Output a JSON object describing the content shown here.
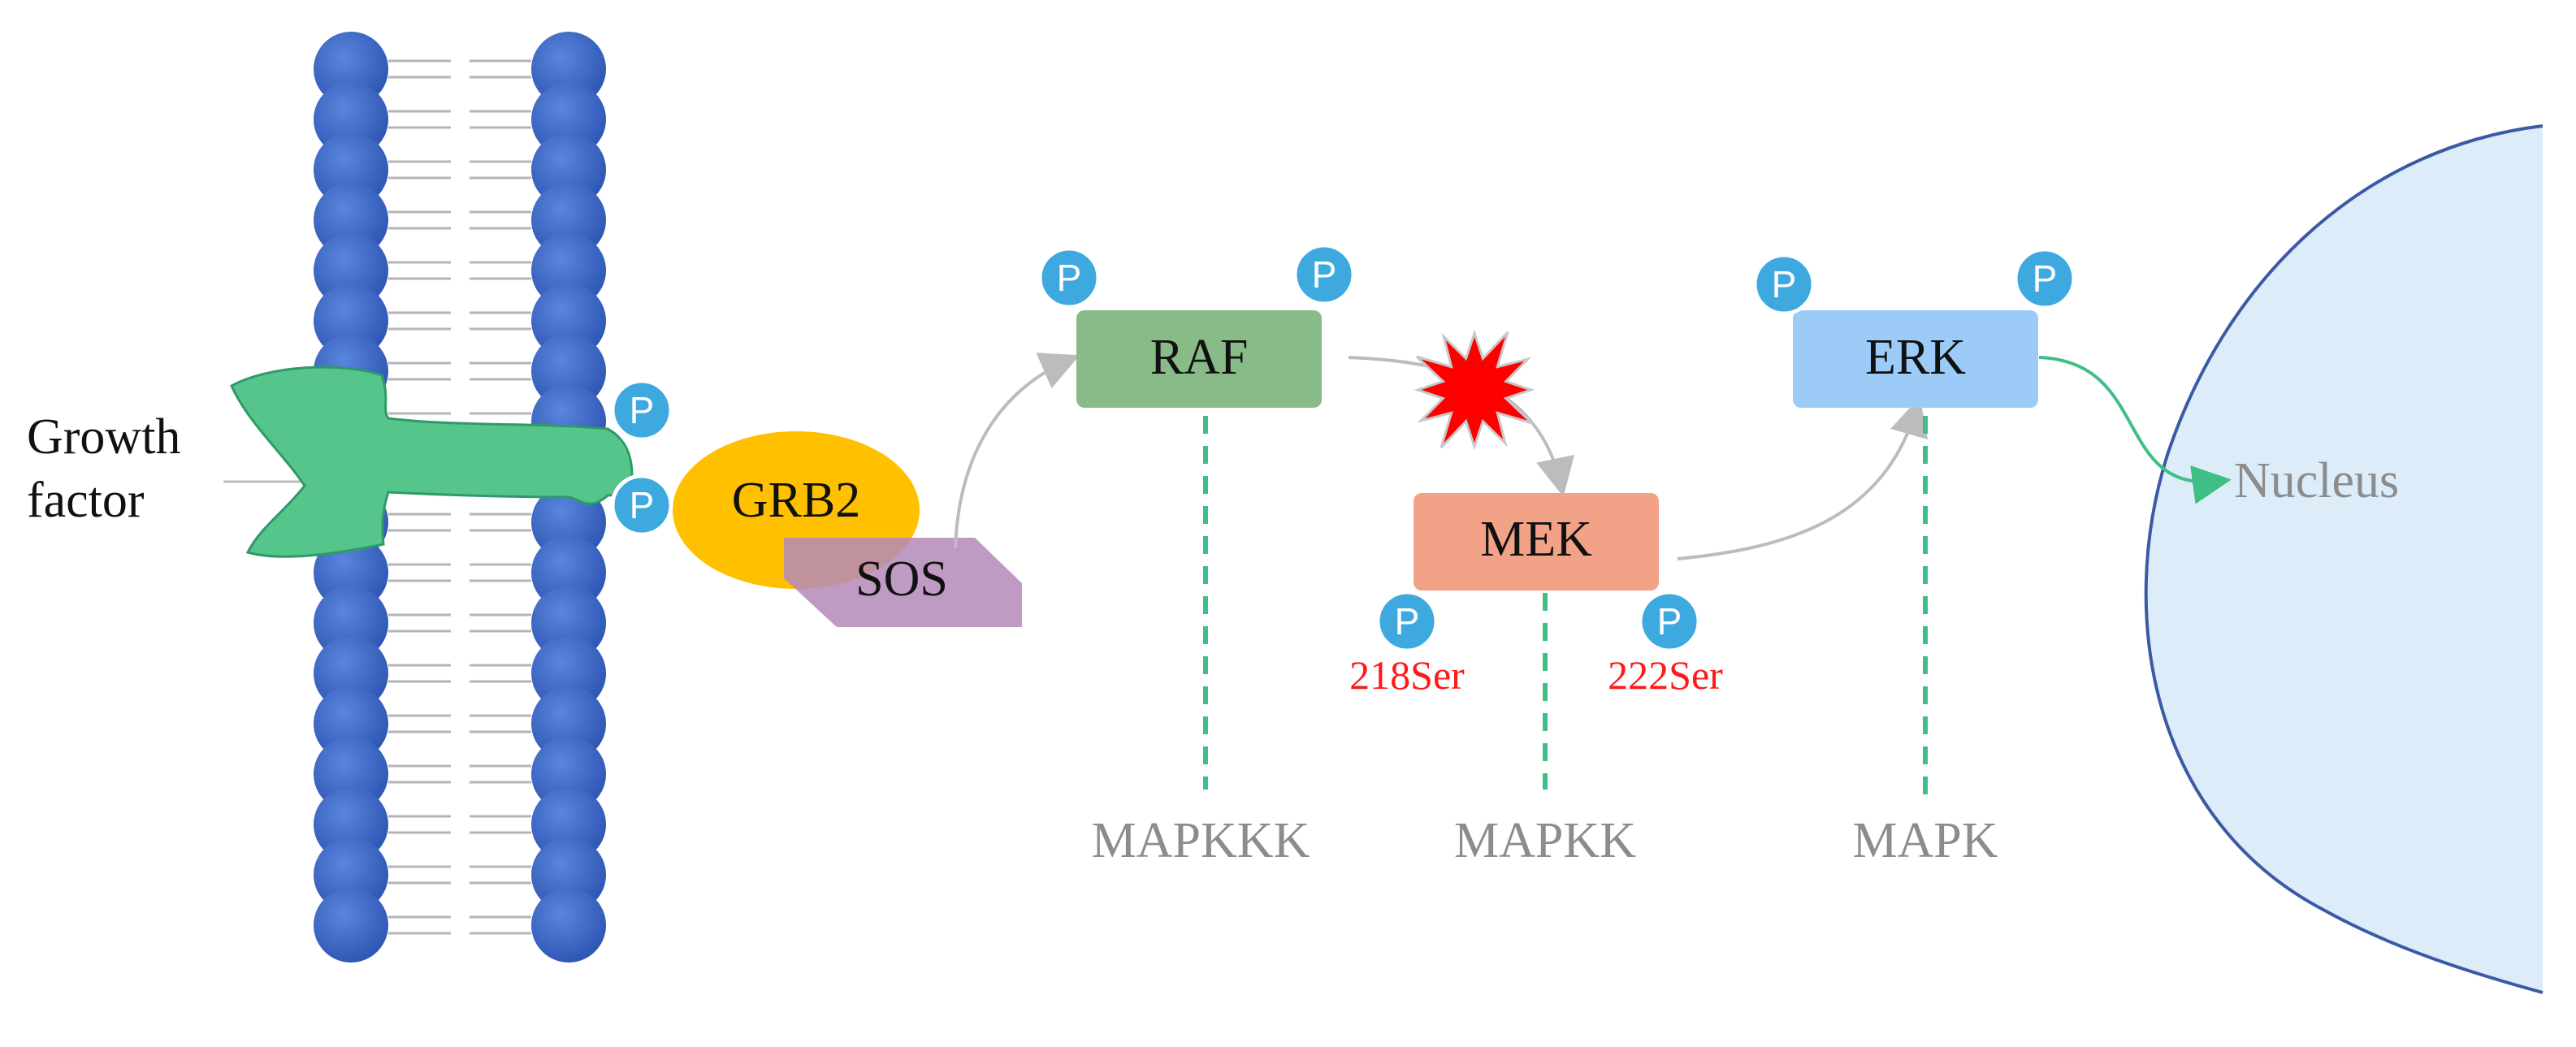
{
  "diagram": {
    "growth_factor": {
      "line1": "Growth",
      "line2": "factor"
    },
    "phospho_label": "P",
    "adaptor": {
      "grb2": "GRB2",
      "sos": "SOS"
    },
    "kinases": {
      "raf": {
        "name": "RAF",
        "tier": "MAPKKK",
        "color": "#88bb88"
      },
      "mek": {
        "name": "MEK",
        "tier": "MAPKK",
        "color": "#f2a287"
      },
      "erk": {
        "name": "ERK",
        "tier": "MAPK",
        "color": "#9ccbf7"
      }
    },
    "mek_sites": {
      "left": "218Ser",
      "right": "222Ser"
    },
    "nucleus": "Nucleus",
    "colors": {
      "membrane_head": "#3b67c4",
      "receptor": "#55c58c",
      "grb2": "#ffc000",
      "sos": "#b48ab8",
      "phospho": "#3ea9df",
      "burst": "#ff0000",
      "nucleus_fill": "#dcedf9",
      "nucleus_line": "#3b5aa5",
      "arrow": "#bcbcbc",
      "tier_line": "#3dbf86",
      "site_text": "#ff1a1a"
    }
  }
}
